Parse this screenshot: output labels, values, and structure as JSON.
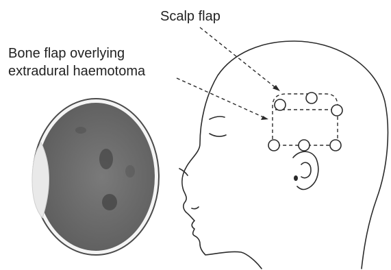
{
  "labels": {
    "scalp_flap": "Scalp flap",
    "bone_flap_line1": "Bone flap overlying",
    "bone_flap_line2": "extradural haemotoma"
  },
  "colors": {
    "ink": "#2a2a2a",
    "brain": "#6e6e6e",
    "haematoma": "#e9e9e9",
    "background": "#ffffff"
  },
  "burr_hole_count": 6
}
